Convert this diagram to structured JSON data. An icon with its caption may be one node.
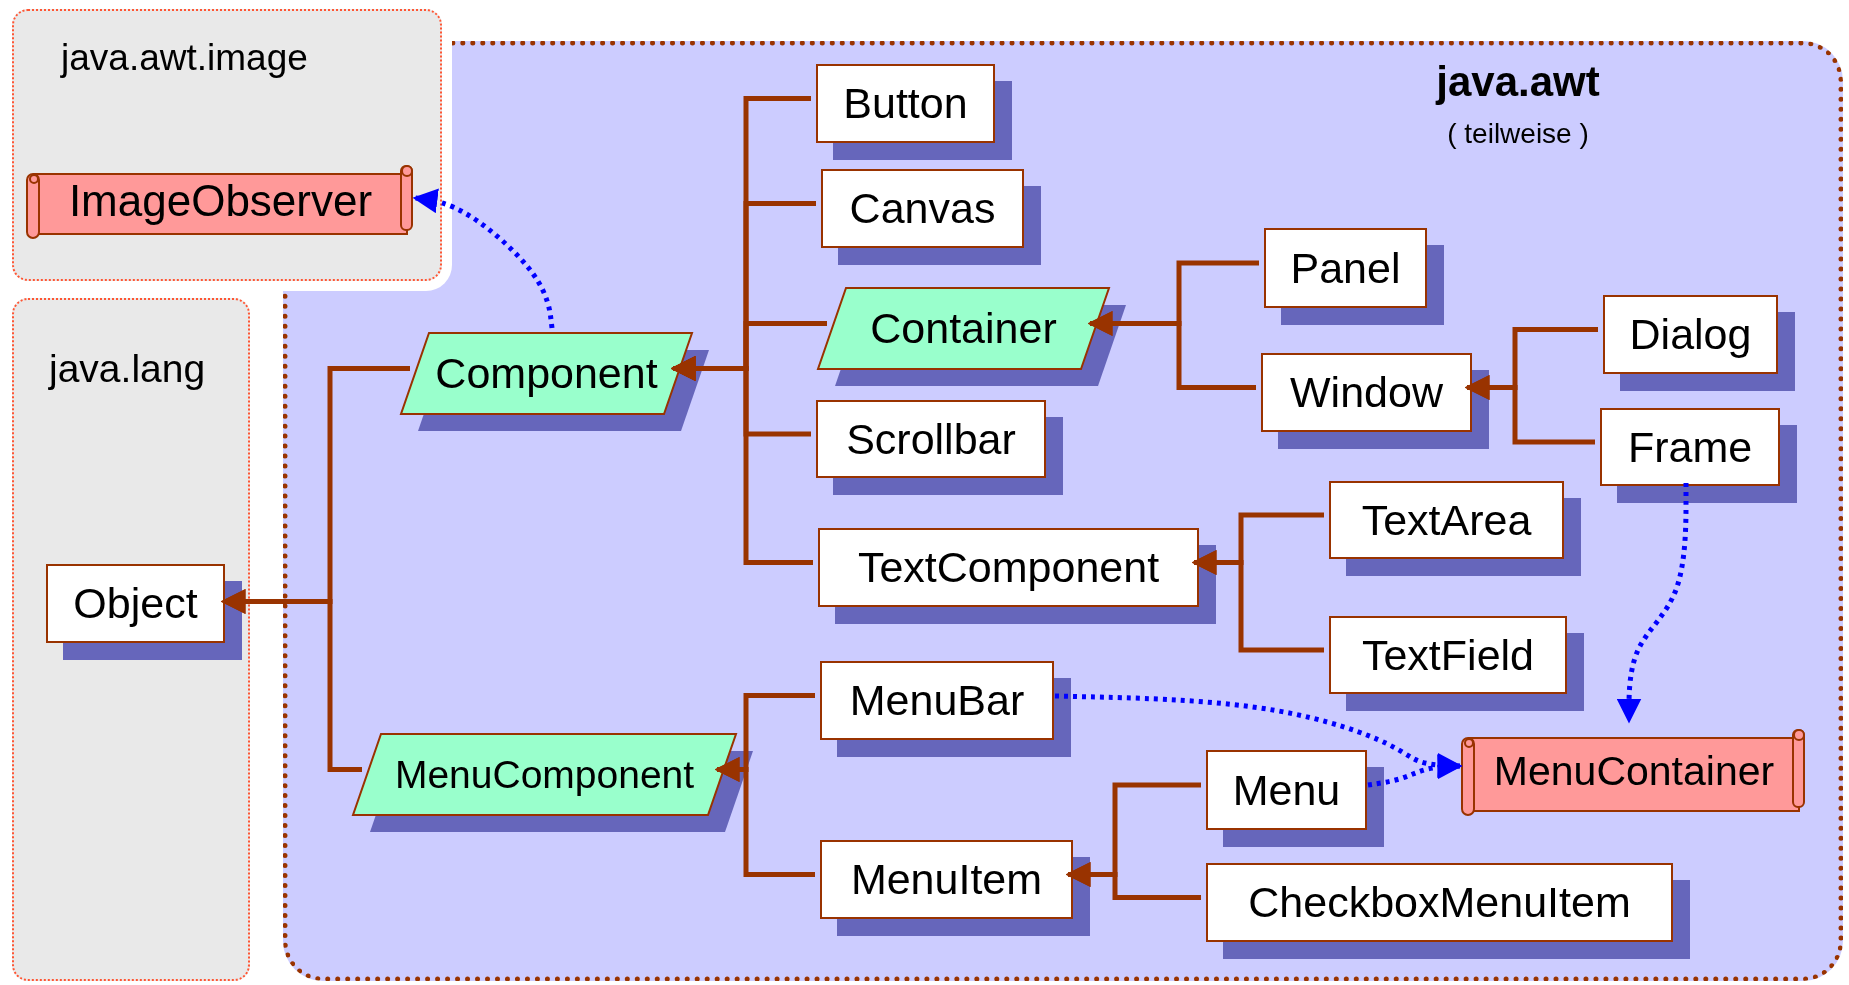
{
  "diagram": {
    "nodes": [
      {
        "text": [
          "java.awt.image"
        ]
      },
      {
        "text": [
          "ImageObserver"
        ],
        "in": 0
      },
      {
        "text": [
          "java.awt",
          "( teilweise )"
        ]
      },
      {
        "text": [
          "java.lang"
        ]
      },
      {
        "text": [
          "Object"
        ],
        "in": 3
      },
      {
        "text": [
          "Component"
        ],
        "in": 2
      },
      {
        "text": [
          "Button"
        ],
        "in": 2
      },
      {
        "text": [
          "Canvas"
        ],
        "in": 2
      },
      {
        "text": [
          "Container"
        ],
        "in": 2
      },
      {
        "text": [
          "Scrollbar"
        ],
        "in": 2
      },
      {
        "text": [
          "TextComponent"
        ],
        "in": 2
      },
      {
        "text": [
          "Panel"
        ],
        "in": 2
      },
      {
        "text": [
          "Window"
        ],
        "in": 2
      },
      {
        "text": [
          "Dialog"
        ],
        "in": 2
      },
      {
        "text": [
          "Frame"
        ],
        "in": 2
      },
      {
        "text": [
          "TextArea"
        ],
        "in": 2
      },
      {
        "text": [
          "TextField"
        ],
        "in": 2
      },
      {
        "text": [
          "MenuComponent"
        ],
        "in": 2
      },
      {
        "text": [
          "MenuBar"
        ],
        "in": 2
      },
      {
        "text": [
          "MenuItem"
        ],
        "in": 2
      },
      {
        "text": [
          "Menu"
        ],
        "in": 2
      },
      {
        "text": [
          "CheckboxMenuItem"
        ],
        "in": 2
      },
      {
        "text": [
          "MenuContainer"
        ],
        "in": 2
      }
    ],
    "edges": [
      {
        "from": 5,
        "to": 4,
        "arrow": "to"
      },
      {
        "from": 17,
        "to": 4,
        "arrow": "to"
      },
      {
        "from": 6,
        "to": 5,
        "arrow": "to"
      },
      {
        "from": 7,
        "to": 5,
        "arrow": "to"
      },
      {
        "from": 8,
        "to": 5,
        "arrow": "to"
      },
      {
        "from": 9,
        "to": 5,
        "arrow": "to"
      },
      {
        "from": 10,
        "to": 5,
        "arrow": "to"
      },
      {
        "from": 11,
        "to": 8,
        "arrow": "to"
      },
      {
        "from": 12,
        "to": 8,
        "arrow": "to"
      },
      {
        "from": 13,
        "to": 12,
        "arrow": "to"
      },
      {
        "from": 14,
        "to": 12,
        "arrow": "to"
      },
      {
        "from": 15,
        "to": 10,
        "arrow": "to"
      },
      {
        "from": 16,
        "to": 10,
        "arrow": "to"
      },
      {
        "from": 18,
        "to": 17,
        "arrow": "to"
      },
      {
        "from": 19,
        "to": 17,
        "arrow": "to"
      },
      {
        "from": 20,
        "to": 19,
        "arrow": "to"
      },
      {
        "from": 21,
        "to": 19,
        "arrow": "to"
      },
      {
        "from": 5,
        "to": 1,
        "arrow": "to",
        "style": "dashed",
        "color": "#0000ff"
      },
      {
        "from": 14,
        "to": 22,
        "arrow": "to",
        "style": "dashed",
        "color": "#0000ff"
      },
      {
        "from": 18,
        "to": 22,
        "arrow": "to",
        "style": "dashed",
        "color": "#0000ff"
      },
      {
        "from": 20,
        "to": 22,
        "arrow": "to",
        "style": "dashed",
        "color": "#0000ff"
      }
    ]
  }
}
